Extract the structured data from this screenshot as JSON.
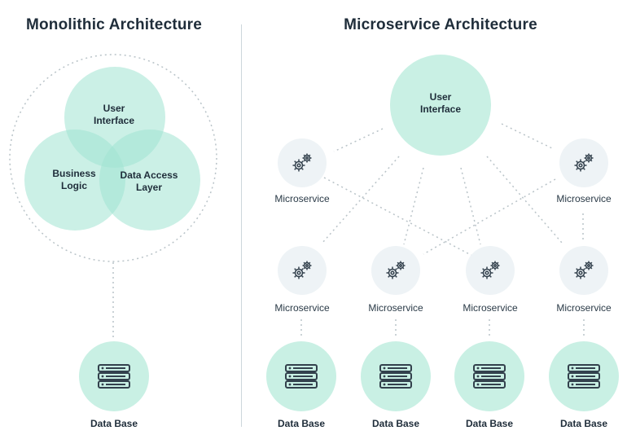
{
  "monolith": {
    "title": "Monolithic Architecture",
    "user_interface": "User\nInterface",
    "business_logic": "Business\nLogic",
    "data_access_layer": "Data Access\nLayer",
    "database_label": "Data Base"
  },
  "microservices": {
    "title": "Microservice Architecture",
    "user_interface": "User\nInterface",
    "services": [
      {
        "label": "Microservice"
      },
      {
        "label": "Microservice"
      },
      {
        "label": "Microservice"
      },
      {
        "label": "Microservice"
      },
      {
        "label": "Microservice"
      },
      {
        "label": "Microservice"
      }
    ],
    "databases": [
      {
        "label": "Data Base"
      },
      {
        "label": "Data Base"
      },
      {
        "label": "Data Base"
      },
      {
        "label": "Data Base"
      }
    ]
  },
  "colors": {
    "circle_fill": "#a0e4d2",
    "service_fill": "#eef3f6",
    "db_fill": "#c9f0e4",
    "dotted_line": "#b9c3c8",
    "icon_stroke": "#33414d"
  },
  "icons": {
    "service_icon": "gears-icon",
    "database_icon": "server-stack-icon"
  }
}
